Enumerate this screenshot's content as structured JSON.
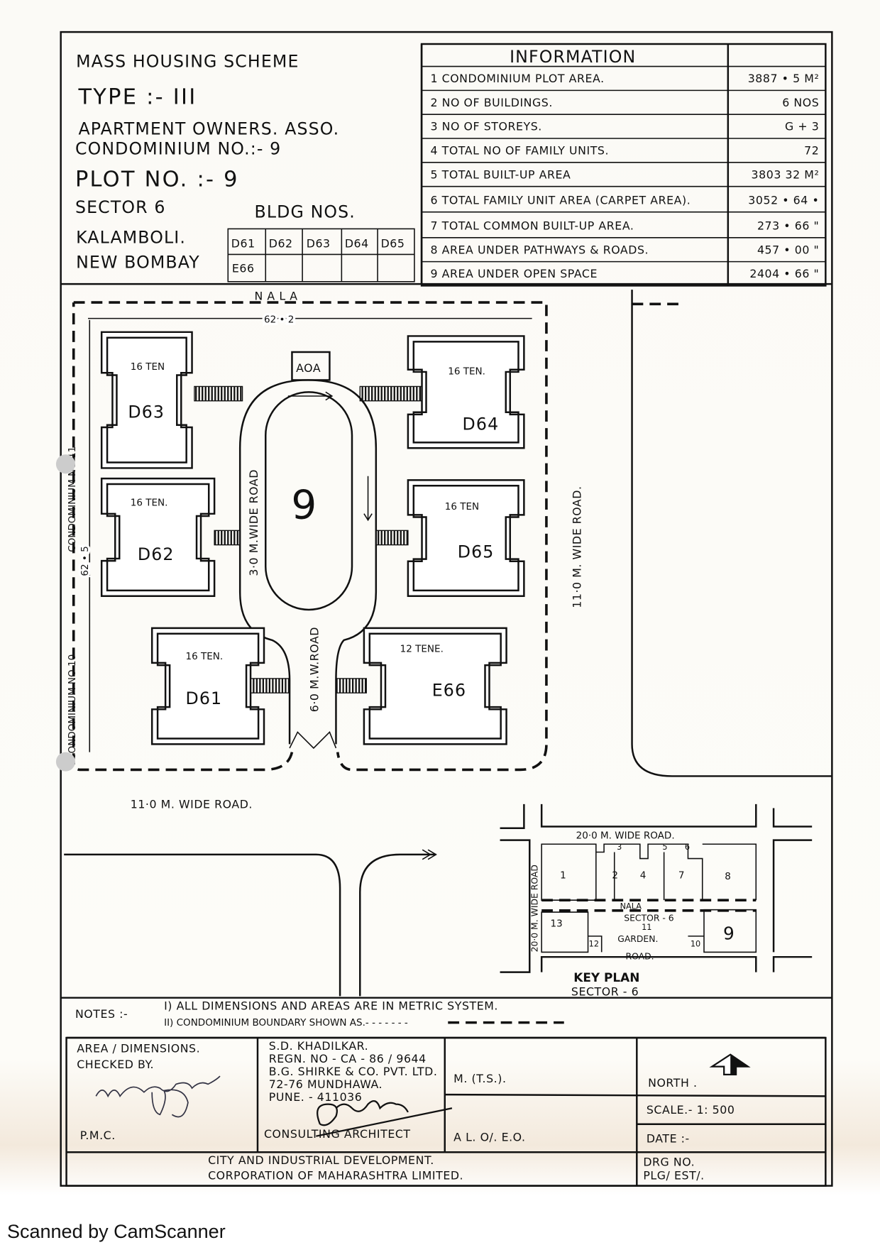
{
  "title_block": {
    "line1": "MASS HOUSING SCHEME",
    "line2": "TYPE :- III",
    "line3": "APARTMENT OWNERS. ASSO.",
    "line4": "CONDOMINIUM NO.:- 9",
    "line5": "PLOT NO. :- 9",
    "sector": "SECTOR 6",
    "bldg_label": "BLDG NOS.",
    "place1": "KALAMBOLI.",
    "place2": "NEW BOMBAY",
    "buildings": [
      "D61",
      "D62",
      "D63",
      "D64",
      "D65",
      "E66"
    ]
  },
  "information": {
    "header": "INFORMATION",
    "rows": [
      {
        "label": "1 CONDOMINIUM PLOT AREA.",
        "value": "3887 • 5 M²"
      },
      {
        "label": "2 NO OF BUILDINGS.",
        "value": "6 NOS"
      },
      {
        "label": "3 NO OF STOREYS.",
        "value": "G + 3"
      },
      {
        "label": "4 TOTAL NO OF FAMILY UNITS.",
        "value": "72"
      },
      {
        "label": "5 TOTAL BUILT-UP AREA",
        "value": "3803 32 M²"
      },
      {
        "label": "6 TOTAL FAMILY UNIT AREA (CARPET AREA).",
        "value": "3052 • 64 •"
      },
      {
        "label": "7 TOTAL COMMON BUILT-UP AREA.",
        "value": "273 • 66 \""
      },
      {
        "label": "8 AREA UNDER PATHWAYS & ROADS.",
        "value": "457 • 00 \""
      },
      {
        "label": "9 AREA UNDER OPEN SPACE",
        "value": "2404 • 66 \""
      }
    ]
  },
  "site_plan": {
    "nala": "N A L A",
    "dim_top": "62 • 2",
    "dim_left": "62 • 5",
    "left_neighbor_1": "CONDOMINIUM NO 11",
    "left_neighbor_2": "CONDOMINIUM NO 10",
    "plot_number": "9",
    "aoa": "AOA",
    "inner_road": "3·0 M.WIDE ROAD",
    "neck_road": "6·0 M.W.ROAD",
    "right_road": "11·0 M. WIDE ROAD.",
    "bottom_road": "11·0 M. WIDE ROAD.",
    "buildings": [
      {
        "id": "D63",
        "tenements": "16 TEN"
      },
      {
        "id": "D64",
        "tenements": "16 TEN."
      },
      {
        "id": "D62",
        "tenements": "16 TEN."
      },
      {
        "id": "D65",
        "tenements": "16 TEN"
      },
      {
        "id": "D61",
        "tenements": "16 TEN."
      },
      {
        "id": "E66",
        "tenements": "12 TENE."
      }
    ]
  },
  "key_plan": {
    "title": "KEY PLAN",
    "subtitle": "SECTOR - 6",
    "top_road": "20·0 M. WIDE ROAD.",
    "left_road": "20·0 M. WIDE ROAD",
    "nala": "NALA",
    "sector": "SECTOR - 6",
    "garden_no": "11",
    "garden": "GARDEN.",
    "bottom_road": "ROAD.",
    "plots": [
      "1",
      "2",
      "3",
      "4",
      "5",
      "6",
      "7",
      "8",
      "9",
      "10",
      "12",
      "13"
    ]
  },
  "notes": {
    "label": "NOTES :-",
    "note1": "I) ALL DIMENSIONS AND AREAS ARE IN METRIC SYSTEM.",
    "note2": "II) CONDOMINIUM BOUNDARY SHOWN AS.- - - - - - -"
  },
  "footer": {
    "checked_1": "AREA / DIMENSIONS.",
    "checked_2": "CHECKED BY.",
    "pmc": "P.M.C.",
    "architect_lines": [
      "S.D. KHADILKAR.",
      "REGN. NO - CA - 86 / 9644",
      "B.G. SHIRKE & CO. PVT. LTD.",
      "72-76 MUNDHAWA.",
      "PUNE. - 411036"
    ],
    "architect_role": "CONSULTING ARCHITECT",
    "mts": "M. (T.S.).",
    "alo": "A L. O/. E.O.",
    "north": "NORTH .",
    "scale": "SCALE.- 1: 500",
    "date": "DATE :-",
    "org_1": "CITY AND INDUSTRIAL DEVELOPMENT.",
    "org_2": "CORPORATION OF MAHARASHTRA LIMITED.",
    "drg_1": "DRG NO.",
    "drg_2": "PLG/ EST/."
  },
  "watermark": "Scanned by CamScanner"
}
